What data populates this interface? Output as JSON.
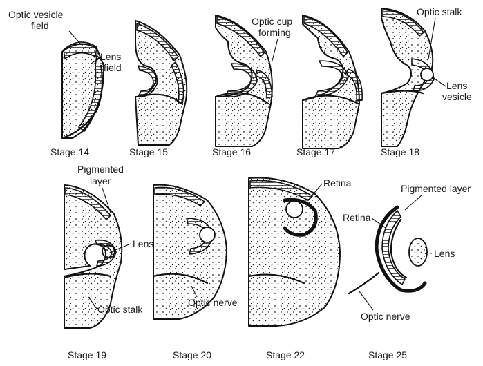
{
  "labels": {
    "optic_vesicle_field": [
      "Optic vesicle",
      "field"
    ],
    "lens_field": [
      "Lens",
      "field"
    ],
    "optic_cup_forming": [
      "Optic cup",
      "forming"
    ],
    "optic_stalk_top": "Optic stalk",
    "lens_vesicle": [
      "Lens",
      "vesicle"
    ],
    "pigmented_layer_19": [
      "Pigmented",
      "layer"
    ],
    "lens_19": "Lens",
    "optic_stalk_19": "Optic stalk",
    "optic_nerve_20": "Optic nerve",
    "retina_22": "Retina",
    "pigmented_layer_25": "Pigmented layer",
    "retina_25": "Retina",
    "lens_25": "Lens",
    "optic_nerve_25": "Optic nerve"
  },
  "stages": {
    "s14": "Stage 14",
    "s15": "Stage 15",
    "s16": "Stage 16",
    "s17": "Stage 17",
    "s18": "Stage 18",
    "s19": "Stage 19",
    "s20": "Stage 20",
    "s22": "Stage 22",
    "s25": "Stage 25"
  }
}
